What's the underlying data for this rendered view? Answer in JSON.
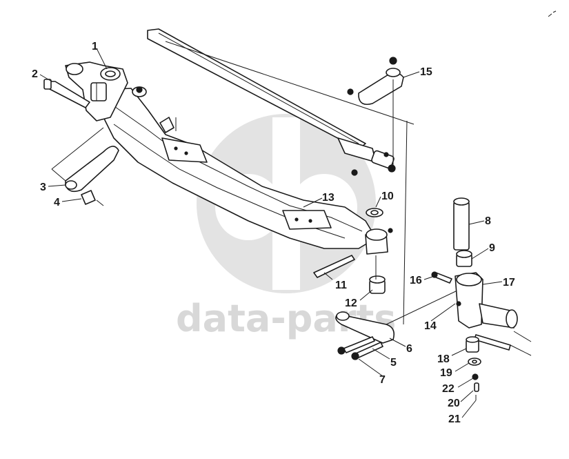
{
  "watermark": {
    "text": "data-parts",
    "color": "#d8d8d8"
  },
  "callouts": [
    {
      "id": "c1",
      "text": "1"
    },
    {
      "id": "c2",
      "text": "2"
    },
    {
      "id": "c3",
      "text": "3"
    },
    {
      "id": "c4",
      "text": "4"
    },
    {
      "id": "c5",
      "text": "5"
    },
    {
      "id": "c6",
      "text": "6"
    },
    {
      "id": "c7",
      "text": "7"
    },
    {
      "id": "c8",
      "text": "8"
    },
    {
      "id": "c9",
      "text": "9"
    },
    {
      "id": "c10",
      "text": "10"
    },
    {
      "id": "c11",
      "text": "11"
    },
    {
      "id": "c12",
      "text": "12"
    },
    {
      "id": "c13",
      "text": "13"
    },
    {
      "id": "c14",
      "text": "14"
    },
    {
      "id": "c15",
      "text": "15"
    },
    {
      "id": "c16",
      "text": "16"
    },
    {
      "id": "c17",
      "text": "17"
    },
    {
      "id": "c18",
      "text": "18"
    },
    {
      "id": "c19",
      "text": "19"
    },
    {
      "id": "c20",
      "text": "20"
    },
    {
      "id": "c21",
      "text": "21"
    },
    {
      "id": "c22",
      "text": "22"
    }
  ],
  "colors": {
    "line": "#1a1a1a",
    "background": "#ffffff",
    "watermark": "#d8d8d8"
  }
}
